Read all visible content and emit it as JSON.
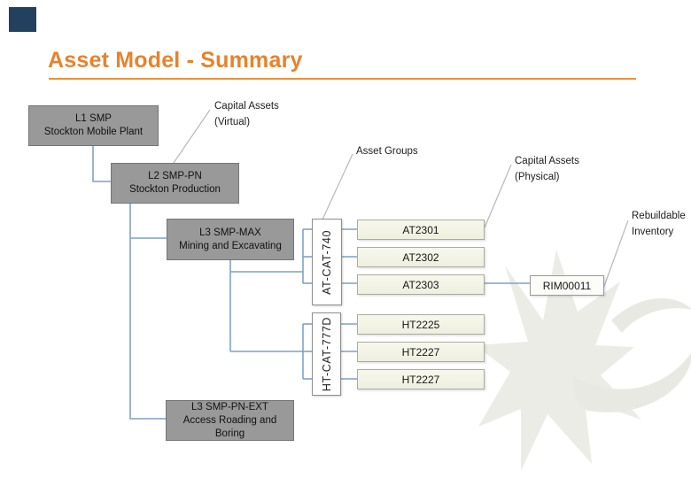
{
  "slide": {
    "title": "Asset Model - Summary"
  },
  "colors": {
    "accent_orange": "#E8822B",
    "rule_orange": "#E8913B",
    "corner_navy": "#24405F",
    "node_gray": "#999999",
    "connector_blue": "#7FA1C8",
    "callout_line_gray": "#B8B8B8",
    "asset_cream": "#F1F1E3",
    "watermark_gray": "#ECECE6"
  },
  "tree": {
    "l1": {
      "line1": "L1 SMP",
      "line2": "Stockton Mobile Plant"
    },
    "l2": {
      "line1": "L2 SMP-PN",
      "line2": "Stockton Production"
    },
    "l3max": {
      "line1": "L3 SMP-MAX",
      "line2": "Mining and Excavating"
    },
    "l3ext": {
      "line1": "L3 SMP-PN-EXT",
      "line2": "Access Roading and",
      "line3": "Boring"
    },
    "group_at": "AT-CAT-740",
    "group_ht": "HT-CAT-777D",
    "at_assets": [
      "AT2301",
      "AT2302",
      "AT2303"
    ],
    "ht_assets": [
      "HT2225",
      "HT2227",
      "HT2227"
    ],
    "rim": "RIM00011"
  },
  "callouts": {
    "virtual": {
      "line1": "Capital Assets",
      "line2": "(Virtual)"
    },
    "asset_groups": {
      "line1": "Asset Groups"
    },
    "physical": {
      "line1": "Capital Assets",
      "line2": "(Physical)"
    },
    "rebuildable": {
      "line1": "Rebuildable",
      "line2": "Inventory"
    }
  }
}
